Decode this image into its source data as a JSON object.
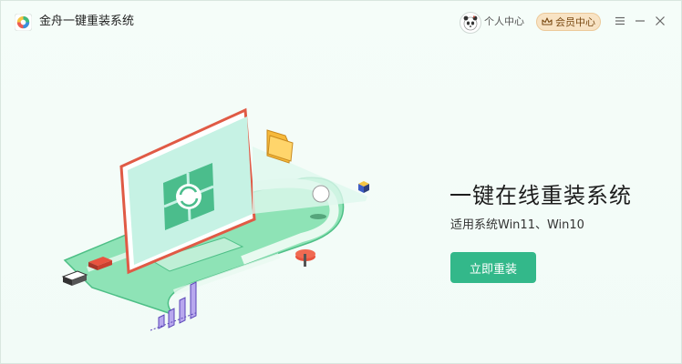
{
  "app": {
    "title": "金舟一键重装系统"
  },
  "header": {
    "personal_center": "个人中心",
    "vip_center": "会员中心",
    "menu_icon": "menu-icon",
    "minimize_icon": "minimize-icon",
    "close_icon": "close-icon"
  },
  "main": {
    "headline": "一键在线重装系统",
    "subline": "适用系统Win11、Win10",
    "install_button": "立即重装"
  },
  "colors": {
    "accent": "#33b88a",
    "vip_bg": "#f8e3c4",
    "background": "#f4fcf8"
  }
}
